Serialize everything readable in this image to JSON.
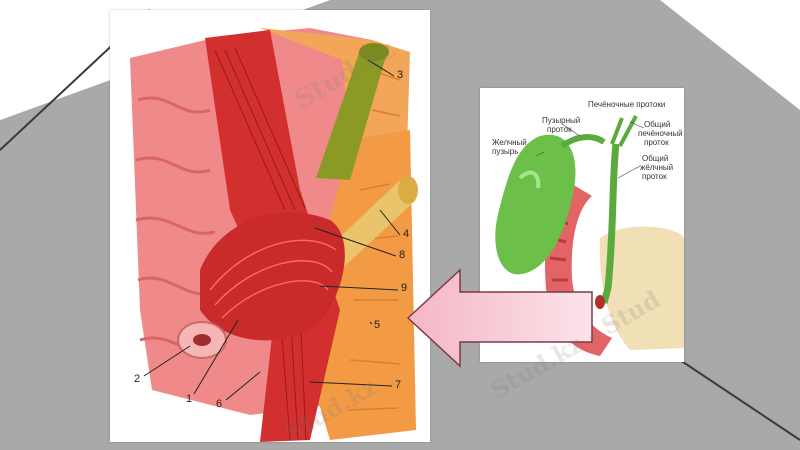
{
  "colors": {
    "background": "#ffffff",
    "band_gray": "#a9a9a9",
    "stripe_dark": "#3a3a3a",
    "intestine_pink": "#f08a8a",
    "muscle_red": "#d22f2f",
    "fat_orange": "#f3a559",
    "bile_duct_olive": "#8a9a25",
    "pancreatic_duct_yellow": "#e9c46a",
    "gallbladder_green": "#6cc04a",
    "arrow_fill": "#f6c9d3",
    "arrow_stroke": "#7a3b4a"
  },
  "figure_left": {
    "callouts": [
      "1",
      "2",
      "3",
      "4",
      "5",
      "6",
      "7",
      "8",
      "9"
    ]
  },
  "figure_right": {
    "labels": {
      "hepatic_ducts": "Печёночные протоки",
      "cystic_duct_1": "Пузырный",
      "cystic_duct_2": "проток",
      "gallbladder_1": "Желчный",
      "gallbladder_2": "пузырь",
      "common_hepatic_1": "Общий",
      "common_hepatic_2": "печёночный",
      "common_hepatic_3": "проток",
      "common_bile_1": "Общий",
      "common_bile_2": "жёлчный",
      "common_bile_3": "проток"
    }
  },
  "watermark": {
    "text_a": "Stud.kz",
    "text_b": "Stud.kz - Stud"
  }
}
